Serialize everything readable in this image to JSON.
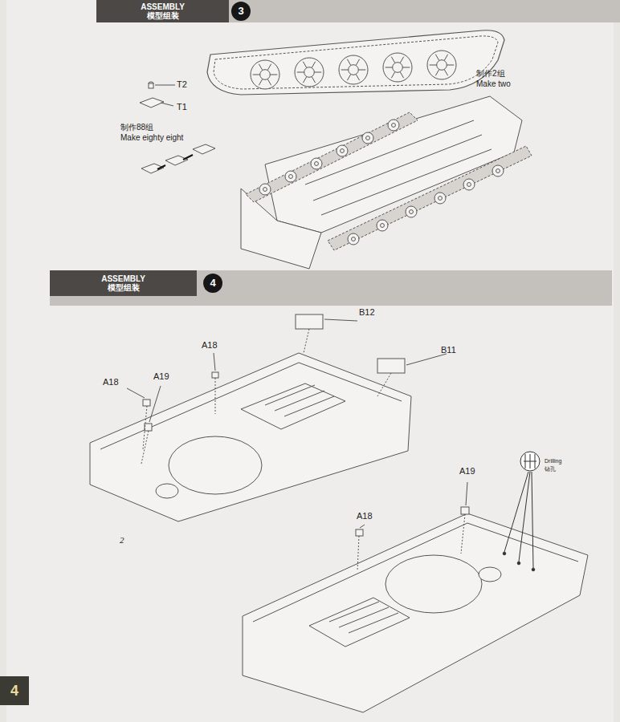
{
  "diagram": {
    "nodes": [
      {
        "text": [
          "ASSEMBLY",
          "模型组装"
        ]
      },
      {
        "text": [
          "3"
        ]
      },
      {
        "text": [
          "ASSEMBLY",
          "模型组装"
        ]
      },
      {
        "text": [
          "4"
        ]
      },
      {
        "text": [
          "4"
        ]
      }
    ],
    "labels": [
      "T2",
      "T1",
      "制作88组",
      "Make eighty eight",
      "制作2组",
      "Make two",
      "B12",
      "A18",
      "B11",
      "A18",
      "A19",
      "2",
      "A19",
      "Drilling",
      "钻孔",
      "A18"
    ]
  }
}
